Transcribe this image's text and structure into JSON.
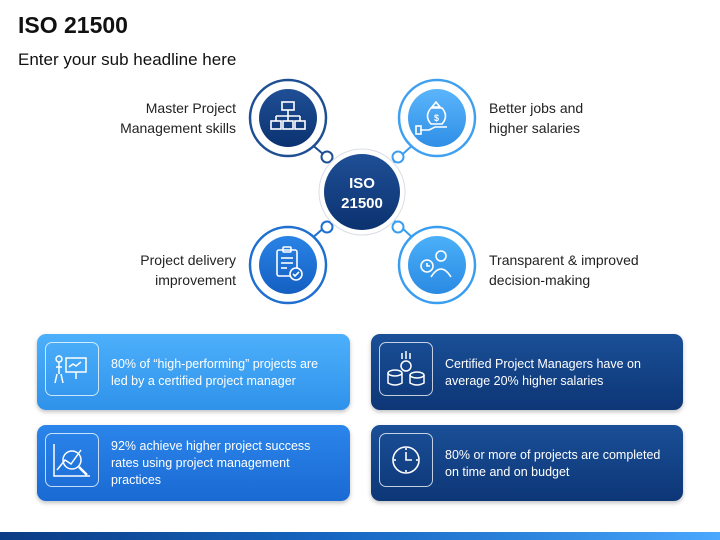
{
  "title": "ISO 21500",
  "subtitle": "Enter your sub headline here",
  "center": {
    "line1": "ISO",
    "line2": "21500"
  },
  "spokes": {
    "top_left": {
      "line1": "Master Project",
      "line2": "Management skills",
      "icon": "org-chart-icon"
    },
    "top_right": {
      "line1": "Better jobs and",
      "line2": "higher salaries",
      "icon": "money-bag-hand-icon"
    },
    "bottom_left": {
      "line1": "Project delivery",
      "line2": "improvement",
      "icon": "clipboard-check-icon"
    },
    "bottom_right": {
      "line1": "Transparent & improved",
      "line2": "decision-making",
      "icon": "person-clock-icon"
    }
  },
  "cards": [
    {
      "text": "80% of “high-performing” projects are led by a certified project manager",
      "icon": "presentation-icon"
    },
    {
      "text": "Certified Project Managers have on average 20% higher salaries",
      "icon": "coins-stack-icon"
    },
    {
      "text": "92% achieve higher project success rates using project management practices",
      "icon": "magnifier-chart-icon"
    },
    {
      "text": "80% or more of projects are completed on time and on budget",
      "icon": "clock-icon"
    }
  ],
  "colors": {
    "dark_navy": "#0d3c7e",
    "mid_blue": "#1a73d9",
    "light_blue": "#3fa3f3",
    "sky_blue": "#4aa8f5"
  }
}
